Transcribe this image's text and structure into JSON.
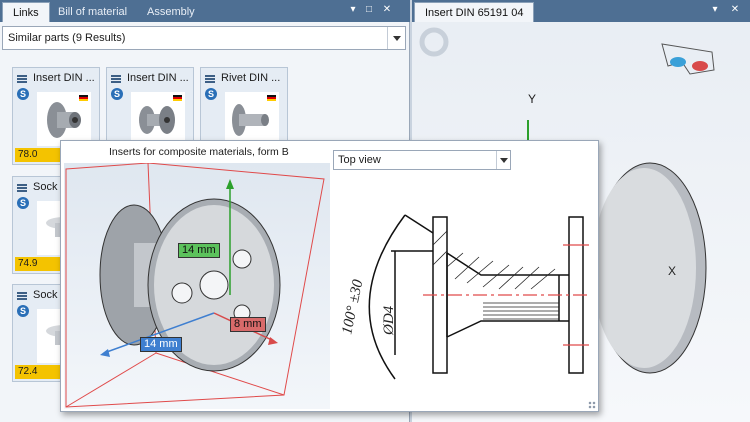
{
  "left_tabs": [
    "Links",
    "Bill of material",
    "Assembly"
  ],
  "right_tab": "Insert DIN 65191 04",
  "similar_parts": "Similar parts (9 Results)",
  "cards": [
    {
      "title": "Insert DIN ...",
      "price": "78.0"
    },
    {
      "title": "Insert DIN ...",
      "price": ""
    },
    {
      "title": "Rivet DIN ...",
      "price": ""
    },
    {
      "title": "Sock",
      "price": "74.9"
    },
    {
      "title": "Sock",
      "price": "72.4"
    }
  ],
  "popup": {
    "title": "Inserts for composite materials, form B",
    "view": "Top view",
    "dims": {
      "a": "14 mm",
      "b": "14 mm",
      "c": "8 mm"
    },
    "drawing": {
      "angle": "100° ±30",
      "dia": "ØD4"
    }
  },
  "axes": {
    "y": "Y",
    "x": "X"
  },
  "colors": {
    "tabbar": "#4e6f93",
    "price": "#f4c300",
    "dim_green": "#5cc25c",
    "dim_blue": "#3f7fd0",
    "dim_red": "#d86a6a"
  }
}
